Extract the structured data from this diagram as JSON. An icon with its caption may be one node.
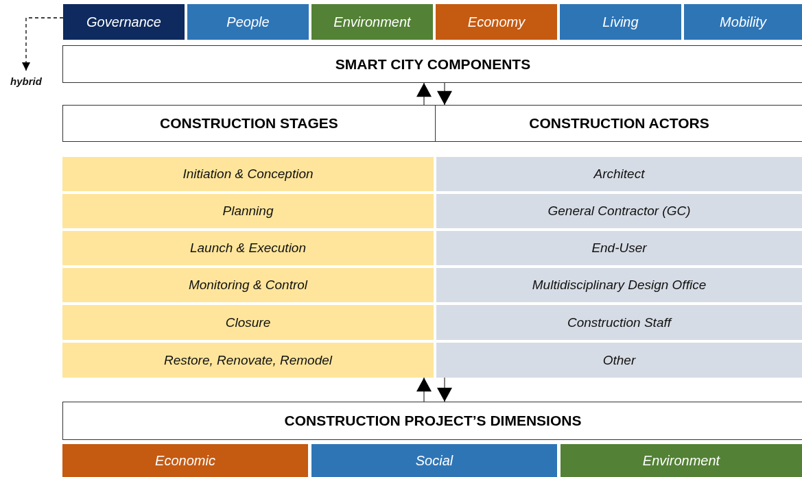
{
  "diagram": {
    "nodes": [
      {
        "text": [
          "Governance"
        ]
      },
      {
        "text": [
          "People"
        ]
      },
      {
        "text": [
          "Environment"
        ]
      },
      {
        "text": [
          "Economy"
        ]
      },
      {
        "text": [
          "Living"
        ]
      },
      {
        "text": [
          "Mobility"
        ]
      },
      {
        "text": [
          "hybrid"
        ]
      },
      {
        "text": [
          "SMART CITY COMPONENTS"
        ]
      },
      {
        "text": [
          "CONSTRUCTION STAGES"
        ]
      },
      {
        "text": [
          "CONSTRUCTION ACTORS"
        ]
      },
      {
        "text": [
          "Initiation & Conception"
        ]
      },
      {
        "text": [
          "Planning"
        ]
      },
      {
        "text": [
          "Launch & Execution"
        ]
      },
      {
        "text": [
          "Monitoring & Control"
        ]
      },
      {
        "text": [
          "Closure"
        ]
      },
      {
        "text": [
          "Restore, Renovate, Remodel"
        ]
      },
      {
        "text": [
          "Architect"
        ]
      },
      {
        "text": [
          "General Contractor (GC)"
        ]
      },
      {
        "text": [
          "End-User"
        ]
      },
      {
        "text": [
          "Multidisciplinary Design Office"
        ]
      },
      {
        "text": [
          "Construction Staff"
        ]
      },
      {
        "text": [
          "Other"
        ]
      },
      {
        "text": [
          "CONSTRUCTION PROJECT’S DIMENSIONS"
        ]
      },
      {
        "text": [
          "Economic"
        ]
      },
      {
        "text": [
          "Social"
        ]
      },
      {
        "text": [
          "Environment"
        ]
      }
    ],
    "edges": [
      {
        "from": 0,
        "to": 6,
        "arrow": "to",
        "style": "dashed"
      },
      {
        "from": 8,
        "to": 7,
        "arrow": "to"
      },
      {
        "from": 7,
        "to": 9,
        "arrow": "to"
      },
      {
        "from": 22,
        "to": 15,
        "arrow": "to"
      },
      {
        "from": 21,
        "to": 22,
        "arrow": "to"
      }
    ]
  }
}
